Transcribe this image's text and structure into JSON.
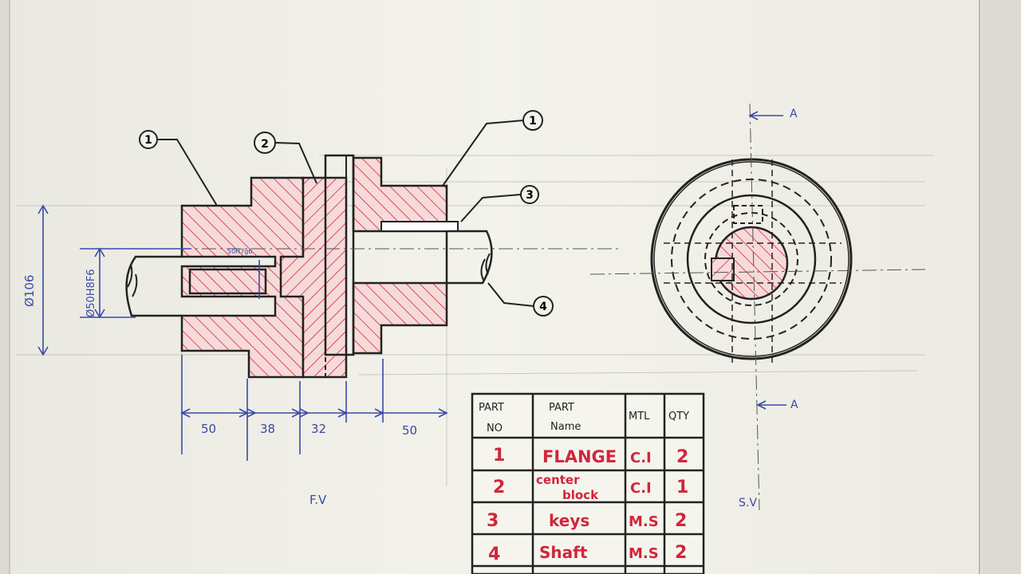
{
  "front_view": {
    "label": "F.V",
    "dimensions": {
      "overall_dia": "Ø106",
      "bore_fit": "Ø50H8F6",
      "small_fit": "50H7g6",
      "lengths": [
        "50",
        "38",
        "32",
        "50"
      ]
    },
    "balloons": [
      "1",
      "2",
      "1",
      "3",
      "4"
    ]
  },
  "side_view": {
    "label": "S.V",
    "section_marks": [
      "A",
      "A"
    ]
  },
  "parts_table": {
    "headers": [
      [
        "PART",
        "NO"
      ],
      [
        "PART",
        "Name"
      ],
      [
        "MTL"
      ],
      [
        "QTY"
      ]
    ],
    "rows": [
      {
        "no": "1",
        "name": [
          "FLANGE"
        ],
        "mtl": "C.I",
        "qty": "2"
      },
      {
        "no": "2",
        "name": [
          "center",
          "block"
        ],
        "mtl": "C.I",
        "qty": "1"
      },
      {
        "no": "3",
        "name": [
          "keys"
        ],
        "mtl": "M.S",
        "qty": "2"
      },
      {
        "no": "4",
        "name": [
          "Shaft"
        ],
        "mtl": "M.S",
        "qty": "2"
      }
    ]
  },
  "colors": {
    "ink_dark": "#222222",
    "ink_blue": "#3a49a8",
    "ink_red": "#d1263b",
    "paper": "#f2f2ea",
    "hatch_fill": "#f6dada"
  }
}
